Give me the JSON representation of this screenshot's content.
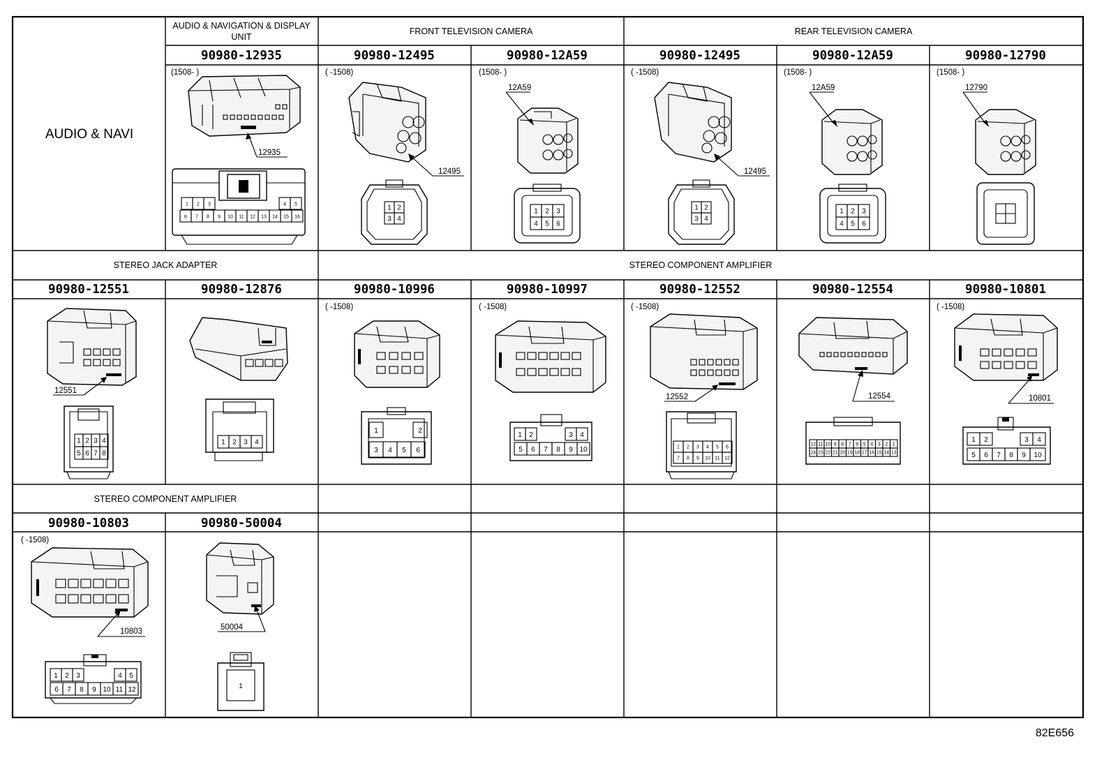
{
  "row1": {
    "section_title": "AUDIO & NAVI",
    "headers": [
      {
        "label": "AUDIO & NAVIGATION & DISPLAY UNIT",
        "line1": "AUDIO & NAVIGATION & DISPLAY",
        "line2": "UNIT"
      },
      {
        "label": "FRONT TELEVISION CAMERA"
      },
      {
        "label": "REAR TELEVISION CAMERA"
      }
    ],
    "connectors": [
      {
        "part_number": "90980-12935",
        "date_code": "(1508-     )",
        "callout": "12935",
        "pins": [
          "1",
          "2",
          "3",
          "4",
          "5",
          "6",
          "7",
          "8",
          "9",
          "10",
          "11",
          "12",
          "13",
          "14",
          "15",
          "16"
        ]
      },
      {
        "part_number": "90980-12495",
        "date_code": "(     -1508)",
        "callout": "12495",
        "pins": [
          "1",
          "2",
          "3",
          "4"
        ]
      },
      {
        "part_number": "90980-12A59",
        "date_code": "(1508-     )",
        "callout": "12A59",
        "pins": [
          "1",
          "2",
          "3",
          "4",
          "5",
          "6"
        ]
      },
      {
        "part_number": "90980-12495",
        "date_code": "(     -1508)",
        "callout": "12495",
        "pins": [
          "1",
          "2",
          "3",
          "4"
        ]
      },
      {
        "part_number": "90980-12A59",
        "date_code": "(1508-     )",
        "callout": "12A59",
        "pins": [
          "1",
          "2",
          "3",
          "4",
          "5",
          "6"
        ]
      },
      {
        "part_number": "90980-12790",
        "date_code": "(1508-     )",
        "callout": "12790",
        "pins": []
      }
    ]
  },
  "row2": {
    "headers": [
      {
        "label": "STEREO JACK ADAPTER"
      },
      {
        "label": "STEREO COMPONENT AMPLIFIER"
      }
    ],
    "connectors": [
      {
        "part_number": "90980-12551",
        "date_code": "",
        "callout": "12551",
        "pins": [
          "1",
          "2",
          "3",
          "4",
          "5",
          "6",
          "7",
          "8"
        ]
      },
      {
        "part_number": "90980-12876",
        "date_code": "",
        "callout": "",
        "pins": [
          "1",
          "2",
          "3",
          "4"
        ]
      },
      {
        "part_number": "90980-10996",
        "date_code": "(     -1508)",
        "callout": "",
        "pins": [
          "1",
          "2",
          "3",
          "4",
          "5",
          "6"
        ]
      },
      {
        "part_number": "90980-10997",
        "date_code": "(     -1508)",
        "callout": "",
        "pins": [
          "1",
          "2",
          "3",
          "4",
          "5",
          "6",
          "7",
          "8",
          "9",
          "10"
        ]
      },
      {
        "part_number": "90980-12552",
        "date_code": "(     -1508)",
        "callout": "12552",
        "pins": [
          "1",
          "2",
          "3",
          "4",
          "5",
          "6",
          "7",
          "8",
          "9",
          "10",
          "11",
          "12"
        ]
      },
      {
        "part_number": "90980-12554",
        "date_code": "",
        "callout": "12554",
        "pins": [
          "12",
          "11",
          "10",
          "9",
          "8",
          "7",
          "6",
          "5",
          "4",
          "3",
          "2",
          "1",
          "24",
          "23",
          "22",
          "21",
          "20",
          "19",
          "18",
          "17",
          "16",
          "15",
          "14",
          "13"
        ]
      },
      {
        "part_number": "90980-10801",
        "date_code": "(     -1508)",
        "callout": "10801",
        "pins": [
          "1",
          "2",
          "3",
          "4",
          "5",
          "6",
          "7",
          "8",
          "9",
          "10"
        ]
      }
    ]
  },
  "row3": {
    "headers": [
      {
        "label": "STEREO COMPONENT AMPLIFIER"
      }
    ],
    "connectors": [
      {
        "part_number": "90980-10803",
        "date_code": "(     -1508)",
        "callout": "10803",
        "pins": [
          "1",
          "2",
          "3",
          "4",
          "5",
          "6",
          "7",
          "8",
          "9",
          "10",
          "11",
          "12"
        ]
      },
      {
        "part_number": "90980-50004",
        "date_code": "",
        "callout": "50004",
        "pins": [
          "1"
        ]
      }
    ]
  },
  "footer": {
    "code": "82E656"
  }
}
